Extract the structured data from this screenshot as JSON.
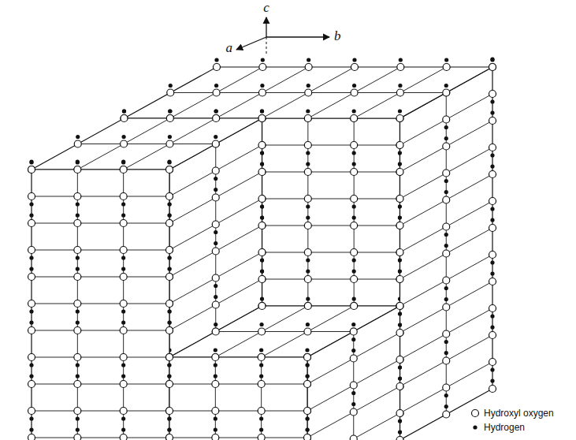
{
  "diagram": {
    "labels": [
      "c",
      "a",
      "b"
    ],
    "legend": [
      {
        "text": "Hydroxyl oxygen"
      },
      {
        "text": "Hydrogen"
      }
    ]
  }
}
